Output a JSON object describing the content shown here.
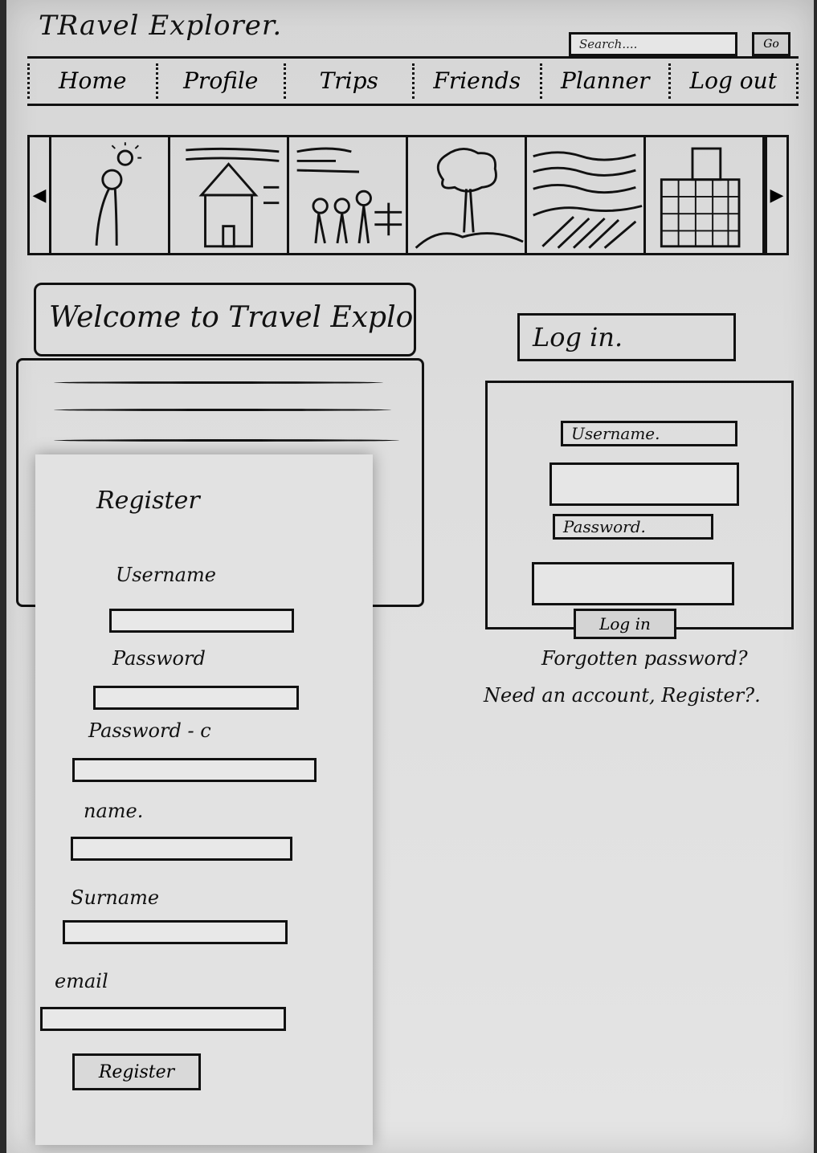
{
  "header": {
    "app_title": "TRavel Explorer.",
    "search_placeholder": "Search....",
    "search_button": "Go"
  },
  "nav": {
    "items": [
      {
        "label": "Home"
      },
      {
        "label": "Profile"
      },
      {
        "label": "Trips"
      },
      {
        "label": "Friends"
      },
      {
        "label": "Planner"
      },
      {
        "label": "Log out"
      }
    ]
  },
  "carousel": {
    "slides": [
      {
        "icon": "person-sun-icon"
      },
      {
        "icon": "house-icon"
      },
      {
        "icon": "people-icon"
      },
      {
        "icon": "tree-icon"
      },
      {
        "icon": "field-icon"
      },
      {
        "icon": "city-icon"
      }
    ]
  },
  "welcome": {
    "title": "Welcome to Travel Explo"
  },
  "register": {
    "heading": "Register",
    "fields": [
      {
        "label": "Username"
      },
      {
        "label": "Password"
      },
      {
        "label": "Password - c"
      },
      {
        "label": "name."
      },
      {
        "label": "Surname"
      },
      {
        "label": "email"
      }
    ],
    "button": "Register"
  },
  "login": {
    "title": "Log in.",
    "username_label": "Username.",
    "password_label": "Password.",
    "button": "Log in",
    "forgot_link": "Forgotten password?",
    "register_link": "Need an account, Register?."
  }
}
